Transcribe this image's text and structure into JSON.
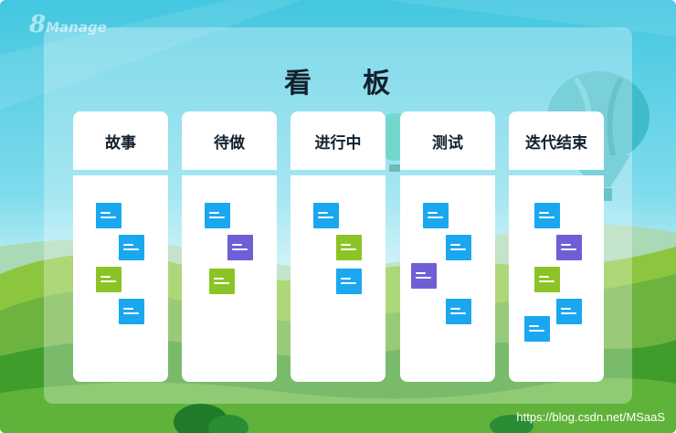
{
  "logo": {
    "number": "8",
    "text": "Manage"
  },
  "board": {
    "title_left": "看",
    "title_right": "板",
    "columns": [
      {
        "label": "故事",
        "cards": [
          "blue",
          "blue",
          "green",
          "blue"
        ]
      },
      {
        "label": "待做",
        "cards": [
          "blue",
          "purple",
          "green"
        ]
      },
      {
        "label": "进行中",
        "cards": [
          "blue",
          "green",
          "blue"
        ]
      },
      {
        "label": "测试",
        "cards": [
          "blue",
          "blue",
          "purple",
          "blue"
        ]
      },
      {
        "label": "迭代结束",
        "cards": [
          "blue",
          "purple",
          "green",
          "blue",
          "blue"
        ]
      }
    ]
  },
  "watermark": "https://blog.csdn.net/MSaaS",
  "colors": {
    "card_blue": "#1ba7f0",
    "card_green": "#8cc326",
    "card_purple": "#6e5fd6",
    "title": "#13202e"
  }
}
